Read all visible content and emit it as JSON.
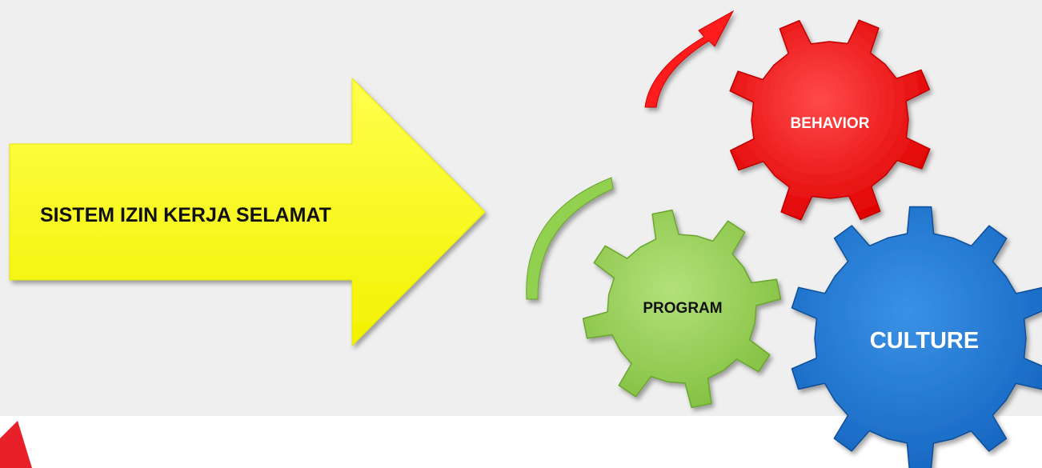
{
  "slide": {
    "background_color": "#efefef",
    "corner_accent_color": "#e8202a"
  },
  "arrow": {
    "label": "SISTEM IZIN KERJA SELAMAT",
    "fill_color": "#ffff00"
  },
  "gears": [
    {
      "id": "behavior",
      "label": "BEHAVIOR",
      "fill_color": "#ff0000",
      "text_color": "#ffffff"
    },
    {
      "id": "program",
      "label": "PROGRAM",
      "fill_color": "#92d050",
      "text_color": "#111111"
    },
    {
      "id": "culture",
      "label": "CULTURE",
      "fill_color": "#1f78d1",
      "text_color": "#ffffff"
    }
  ],
  "curved_arrows": [
    {
      "id": "red-curved-arrow",
      "color": "#ff0000"
    },
    {
      "id": "green-arc",
      "color": "#92d050"
    }
  ]
}
